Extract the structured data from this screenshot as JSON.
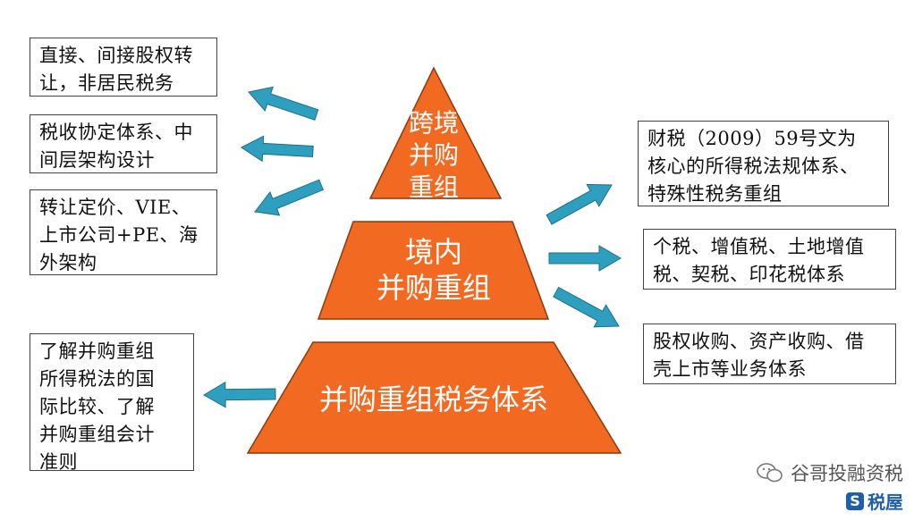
{
  "pyramid": {
    "top": {
      "lines": [
        "跨境",
        "并购",
        "重组"
      ]
    },
    "middle": {
      "lines": [
        "境内",
        "并购重组"
      ]
    },
    "bottom": {
      "lines": [
        "并购重组税务体系"
      ]
    }
  },
  "left_boxes": [
    {
      "lines": [
        "直接、间接股权转",
        "让，非居民税务"
      ]
    },
    {
      "lines": [
        "税收协定体系、中",
        "间层架构设计"
      ]
    },
    {
      "lines": [
        "转让定价、VIE、",
        "上市公司+PE、海",
        "外架构"
      ]
    },
    {
      "lines": [
        "了解并购重组",
        "所得税法的国",
        "际比较、了解",
        "并购重组会计",
        "准则"
      ]
    }
  ],
  "right_boxes": [
    {
      "lines": [
        "财税（2009）59号文为",
        "核心的所得税法规体系、",
        "特殊性税务重组"
      ]
    },
    {
      "lines": [
        "个税、增值税、土地增值",
        "税、契税、印花税体系"
      ]
    },
    {
      "lines": [
        "股权收购、资产收购、借",
        "壳上市等业务体系"
      ]
    }
  ],
  "watermark": {
    "line1": "谷哥投融资税",
    "logo_letter": "S",
    "line2": "税屋"
  },
  "colors": {
    "pyramid_fill": "#F26A22",
    "pyramid_stroke": "#8a3a10",
    "arrow_fill": "#2E9FBF",
    "arrow_stroke": "#1d6f87"
  }
}
